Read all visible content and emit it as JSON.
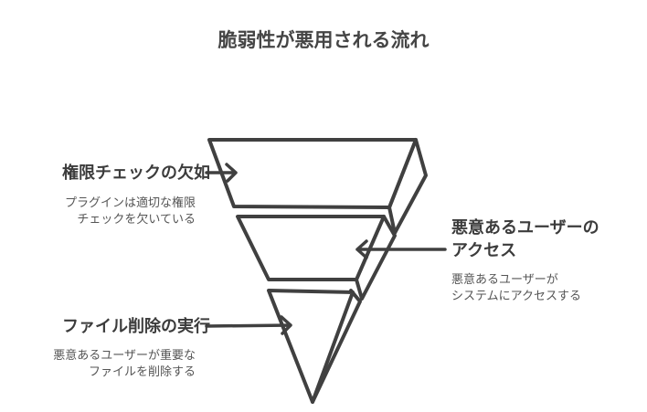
{
  "title": "脆弱性が悪用される流れ",
  "stages": [
    {
      "label": "権限チェックの欠如",
      "description_lines": [
        "プラグインは適切な権限",
        "チェックを欠いている"
      ]
    },
    {
      "label_lines": [
        "悪意あるユーザーの",
        "アクセス"
      ],
      "description_lines": [
        "悪意あるユーザーが",
        "システムにアクセスする"
      ]
    },
    {
      "label": "ファイル削除の実行",
      "description_lines": [
        "悪意あるユーザーが重要な",
        "ファイルを削除する"
      ]
    }
  ],
  "colors": {
    "stroke": "#404040",
    "fill": "#ffffff",
    "text": "#3f3f3f"
  }
}
